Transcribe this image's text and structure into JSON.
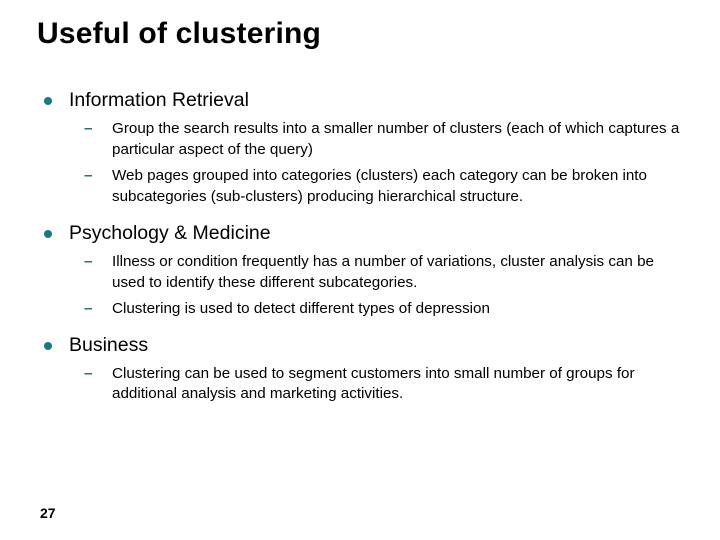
{
  "slide": {
    "title": "Useful of clustering",
    "page_number": "27",
    "bullet_glyph": "•",
    "dash_glyph": "–",
    "colors": {
      "background": "#ffffff",
      "text": "#000000",
      "bullet": "#16788c",
      "dash": "#2b6a72"
    },
    "sections": [
      {
        "heading": "Information Retrieval",
        "points": [
          "Group the search results into a smaller number of clusters (each of which captures a particular aspect of the query)",
          "Web pages grouped into categories (clusters) each category can be broken into subcategories (sub-clusters) producing hierarchical structure."
        ]
      },
      {
        "heading": "Psychology & Medicine",
        "points": [
          "Illness or condition frequently has a number of variations, cluster analysis can be used to identify these different subcategories.",
          "Clustering is used to detect different types of depression"
        ]
      },
      {
        "heading": "Business",
        "points": [
          "Clustering can be used to segment customers into small number of groups for additional analysis and marketing activities."
        ]
      }
    ]
  }
}
